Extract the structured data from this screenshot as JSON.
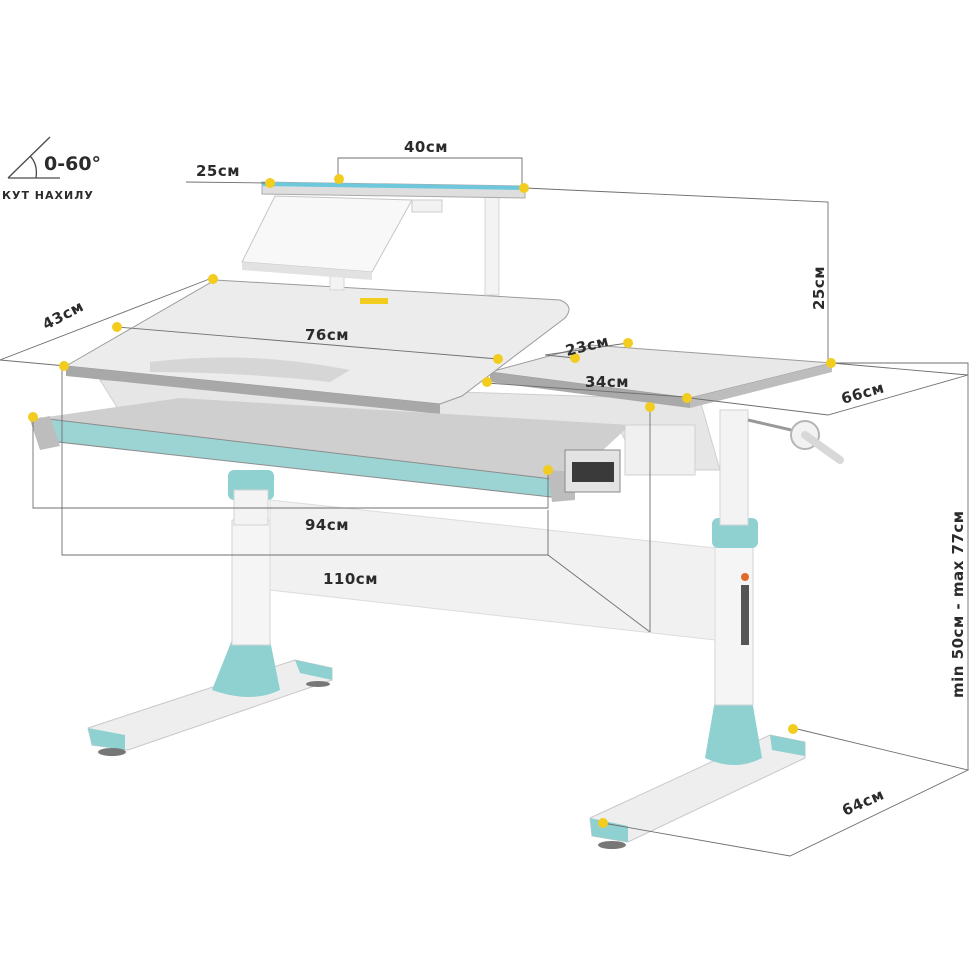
{
  "tilt": {
    "range": "0-60°",
    "caption": "КУТ НАХИЛУ"
  },
  "dimensions": {
    "shelf_width": "40см",
    "shelf_depth": "25см",
    "shelf_height": "25см",
    "tilt_depth": "43см",
    "tilt_width": "76см",
    "side_depth": "23см",
    "side_width": "34см",
    "desk_depth": "66см",
    "drawer_width": "94см",
    "desk_width": "110см",
    "height_range": "min 50см - max 77см",
    "base_depth": "64см"
  },
  "colors": {
    "accent": "#7fc9c9",
    "marker": "#f2cc1f",
    "top": "#e9e9e9",
    "frame": "#f4f4f4",
    "edge": "#9a9a9a"
  }
}
